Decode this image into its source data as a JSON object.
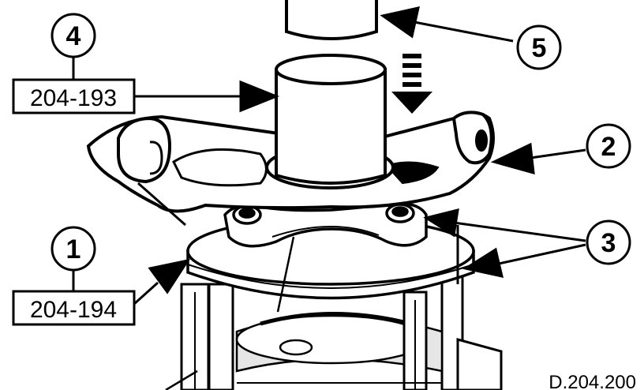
{
  "callouts": [
    {
      "id": "1",
      "label": "1"
    },
    {
      "id": "2",
      "label": "2"
    },
    {
      "id": "3",
      "label": "3"
    },
    {
      "id": "4",
      "label": "4"
    },
    {
      "id": "5",
      "label": "5"
    }
  ],
  "tools": {
    "tool_upper": "204-193",
    "tool_lower": "204-194"
  },
  "figure_ref": "D.204.200",
  "colors": {
    "ink": "#000000",
    "paper": "#ffffff",
    "shade": "#d9d9d9"
  }
}
